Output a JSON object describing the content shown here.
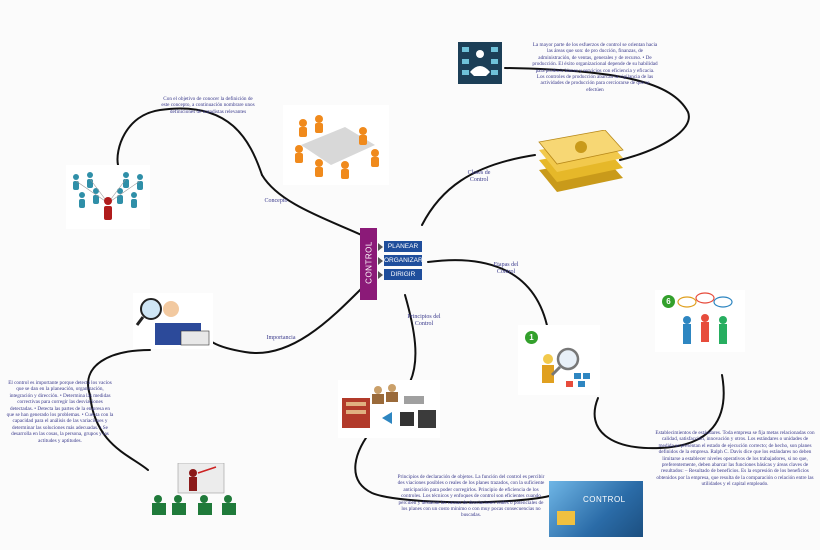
{
  "center": {
    "title": "CONTROL",
    "steps": [
      "PLANEAR",
      "ORGANIZAR",
      "DIRIGIR"
    ]
  },
  "branch_labels": {
    "concepto": "Concepto",
    "clases": "Clases de Control",
    "etapas": "Etapas del Control",
    "principios": "Principios del Control",
    "importancia": "Importancia"
  },
  "notes": {
    "concepto": "Con el objetivo de conocer la definición de este concepto, a continuación nombrare unos definiciones de tratadistas relevantes",
    "clases": "La mayor parte de los esfuerzos de control se orientan hacia las áreas que son: de pro ducción, finanzas, de administración, de ventas, generales y de recurso. • De producción. El éxito organizacional depende de su habilidad para producir bienes y servicios con eficiencia y eficacia. Los controles de producción abarcan la vigilancia de las actividades de producción para cerciorarse de que se efectúen",
    "importancia": "El control es importante porque detecta los vacíos que se dan en la planeación, organización, integración y dirección. • Determina las medidas correctivas para corregir las desviaciones detectadas. • Detecta las partes de la empresa en que se han generado los problemas. • Cuenta con la capacidad para el análisis de las variaciones y determinar las soluciones más adecuadas. • Se desarrolla en las cosas, la persona, grupos y las actitudes y aptitudes.",
    "principios": "Principios de declaración de objetos. La función del control es percibir des viaciones posibles o reales de los planes trazados, con la suficiente anticipación para poder corregirlos. Principio de eficiencia de los controles. Los técnicos y enfoques de control son eficientes cuando perciben y destacan las causas de desviaciones reales o potenciales de los planes con un costo mínimo o con muy pocas consecuencias no buscadas.",
    "etapas": "Establecimientos de estándares. Toda empresa se fija metas relacionadas con calidad, satisfacción, innovación y otros. Los estándares o unidades de medida se presentan el estado de ejecución correcto; de hecho, son planes definidos de la empresa. Ralph C. Davis dice que los estándares no deben limitarse a establecer niveles operativos de los trabajadores, si no que, preferentemente, deben abarcar las funciones básicas y áreas claves de resultados: – Resultado de beneficios. Es la expresión de los beneficios obtenidos por la empresa, que resulta de la comparación o relación entre las utilidades y el capital empleado."
  },
  "badges": {
    "one": "1",
    "six": "6"
  },
  "slide_title": "CONTROL",
  "icons": [
    "org-chart-icon",
    "meeting-table-icon",
    "meditation-icon",
    "money-stack-icon",
    "inspector-icon",
    "teacher-icon",
    "factory-icon",
    "magnifier-person-icon",
    "speech-people-icon",
    "slide-thumbnail-icon"
  ]
}
